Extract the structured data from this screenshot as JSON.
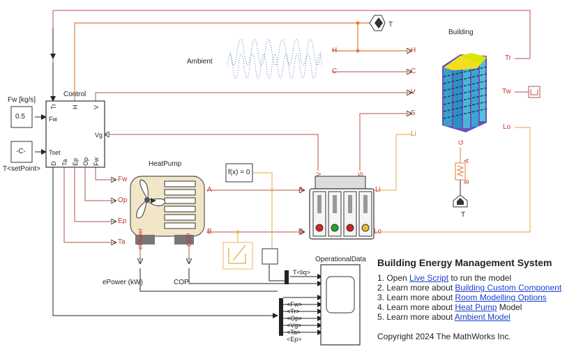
{
  "blocks": {
    "building_label": "Building",
    "ambient_label": "Ambient",
    "control_label": "Control",
    "heatpump_label": "HeatPump",
    "operational_label": "OperationalData",
    "fw_label": "Fw [kg/s]",
    "fw_value": "0.5",
    "tset_value": "-C-",
    "tset_label": "T<setPoint>",
    "fx_label": "f(x) = 0",
    "t_top": "T",
    "t_bottom": "T"
  },
  "control_ports": {
    "tr": "Tr",
    "h": "H",
    "v": "V",
    "fw": "Fw",
    "vg": "Vg",
    "tset": "Tset",
    "d": "D",
    "ta": "Ta",
    "ep": "Ep",
    "op": "Op",
    "fw_out": "Fw"
  },
  "signals": {
    "h_left": "H",
    "h_right": "H",
    "c_left": "C",
    "c_right": "C",
    "v": "V",
    "s": "S",
    "li": "Li",
    "li_block": "Li",
    "lo_block": "Lo",
    "tr": "Tr",
    "tw": "Tw",
    "lo": "Lo",
    "fw": "Fw",
    "op": "Op",
    "ep": "Ep",
    "ta": "Ta",
    "a_left": "A",
    "a_right": "A",
    "b_left": "B",
    "b_right": "B",
    "epower_port": "ePower",
    "cop_port": "COP",
    "epower_label": "ePower (kW)",
    "cop_label": "COP",
    "g": "G",
    "a_res": "A",
    "b_res": "B",
    "v_port": "V",
    "s_port": "S"
  },
  "bus": {
    "tliq": "T<liq>",
    "items": [
      "<Fw>",
      "<Tr>",
      "<Op>",
      "<Vg>",
      "<Ta>",
      "<Ep>"
    ]
  },
  "info": {
    "title": "Building Energy Management System",
    "items": [
      {
        "pre": "1. Open ",
        "link": "Live Script",
        "post": " to run the model"
      },
      {
        "pre": "2. Learn more about ",
        "link": "Building Custom Component",
        "post": ""
      },
      {
        "pre": "3. Learn more about ",
        "link": "Room Modelling Options",
        "post": ""
      },
      {
        "pre": "4. Learn more about ",
        "link": "Heat Pump",
        "post": " Model"
      },
      {
        "pre": "5. Learn more about ",
        "link": "Ambient Model",
        "post": ""
      }
    ],
    "copyright": "Copyright 2024 The MathWorks Inc."
  },
  "colors": {
    "signal_red": "#b5504a",
    "thermal_orange": "#e07b39",
    "physical_tan": "#e8b860",
    "block_border": "#333333",
    "link": "#1a3ecf"
  }
}
